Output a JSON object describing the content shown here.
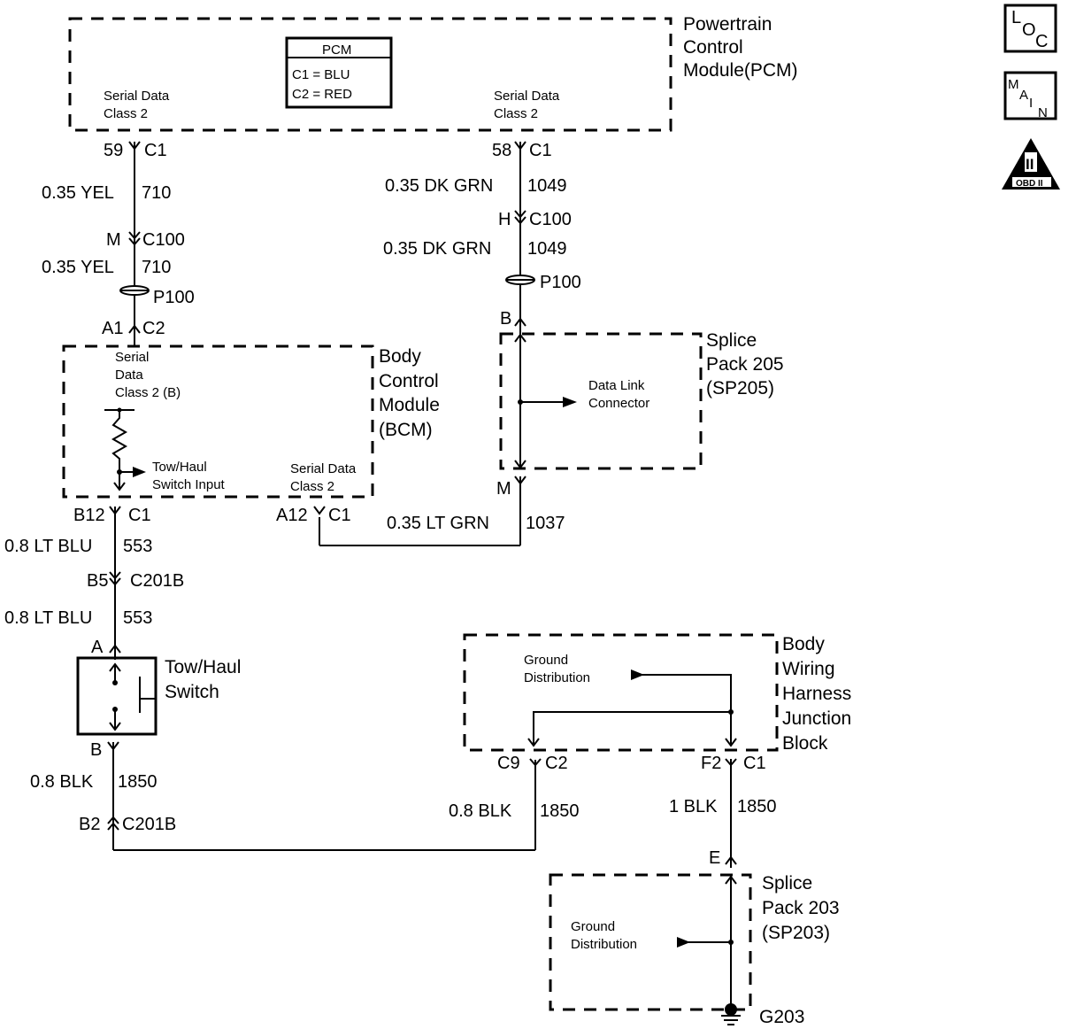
{
  "diagram": {
    "colors": {
      "ink": "#000000",
      "paper": "#ffffff"
    },
    "badges": {
      "loc": [
        "L",
        "O",
        "C"
      ],
      "main": [
        "M",
        "A",
        "I",
        "N"
      ],
      "obd": {
        "numeral": "II",
        "label": "OBD II"
      }
    },
    "pcm": {
      "title_lines": [
        "Powertrain",
        "Control",
        "Module(PCM)"
      ],
      "legend_title": "PCM",
      "legend_rows": [
        "C1 = BLU",
        "C2 = RED"
      ],
      "left_label": [
        "Serial Data",
        "Class 2"
      ],
      "right_label": [
        "Serial Data",
        "Class 2"
      ]
    },
    "left_circuit": {
      "pin_top": "59",
      "conn_top": "C1",
      "wire1_gauge": "0.35 YEL",
      "wire1_circuit": "710",
      "c100_pin": "M",
      "c100": "C100",
      "wire2_gauge": "0.35 YEL",
      "wire2_circuit": "710",
      "splice": "P100",
      "pin_bottom": "A1",
      "conn_bottom": "C2"
    },
    "right_circuit": {
      "pin_top": "58",
      "conn_top": "C1",
      "wire1_gauge": "0.35 DK GRN",
      "wire1_circuit": "1049",
      "c100_pin": "H",
      "c100": "C100",
      "wire2_gauge": "0.35 DK GRN",
      "wire2_circuit": "1049",
      "splice": "P100",
      "pin_b": "B"
    },
    "bcm": {
      "title_lines": [
        "Body",
        "Control",
        "Module",
        "(BCM)"
      ],
      "serial_b_lines": [
        "Serial",
        "Data",
        "Class 2 (B)"
      ],
      "input_lines": [
        "Tow/Haul",
        "Switch Input"
      ],
      "serial_lines": [
        "Serial Data",
        "Class 2"
      ],
      "pin_b12": "B12",
      "conn_b12": "C1",
      "pin_a12": "A12",
      "conn_a12": "C1"
    },
    "sp205": {
      "title_lines": [
        "Splice",
        "Pack 205",
        "(SP205)"
      ],
      "dlc_lines": [
        "Data Link",
        "Connector"
      ],
      "pin_m": "M",
      "wire_gauge": "0.35 LT GRN",
      "wire_circuit": "1037"
    },
    "switch_circuit": {
      "wire1_gauge": "0.8 LT BLU",
      "wire1_circuit": "553",
      "c201_pin": "B5",
      "c201": "C201B",
      "wire2_gauge": "0.8 LT BLU",
      "wire2_circuit": "553",
      "pin_a": "A",
      "switch_lines": [
        "Tow/Haul",
        "Switch"
      ],
      "pin_b": "B",
      "wire3_gauge": "0.8 BLK",
      "wire3_circuit": "1850",
      "c201b_pin": "B2",
      "c201b": "C201B"
    },
    "junction_block": {
      "title_lines": [
        "Body",
        "Wiring",
        "Harness",
        "Junction",
        "Block"
      ],
      "ground_lines": [
        "Ground",
        "Distribution"
      ],
      "pin_c9": "C9",
      "conn_c9": "C2",
      "pin_f2": "F2",
      "conn_f2": "C1",
      "wire_c9_gauge": "0.8 BLK",
      "wire_c9_circuit": "1850",
      "wire_f2_gauge": "1 BLK",
      "wire_f2_circuit": "1850"
    },
    "sp203": {
      "pin_e": "E",
      "title_lines": [
        "Splice",
        "Pack 203",
        "(SP203)"
      ],
      "ground_lines": [
        "Ground",
        "Distribution"
      ],
      "ground_label": "G203"
    }
  }
}
